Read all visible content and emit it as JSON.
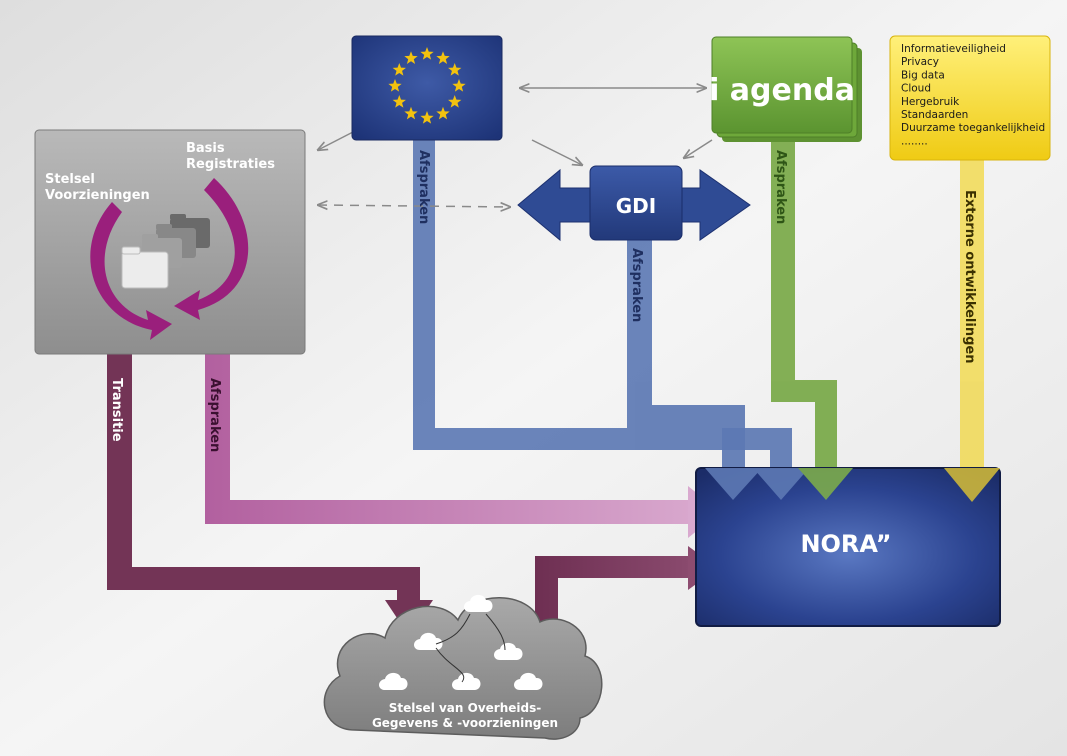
{
  "nodes": {
    "stelsel_box": {
      "label_voorzieningen": [
        "Stelsel",
        "Voorzieningen"
      ],
      "label_registraties": [
        "Basis",
        "Registraties"
      ]
    },
    "eu": {},
    "iagenda": {
      "label": "i agenda"
    },
    "topics": {
      "items": [
        "Informatieveiligheid",
        "Privacy",
        "Big data",
        "Cloud",
        "Hergebruik",
        "Standaarden",
        "Duurzame toegankelijkheid",
        "........"
      ]
    },
    "gdi": {
      "label": "GDI"
    },
    "nora": {
      "label": "NORA”"
    },
    "cloud": {
      "label": [
        "Stelsel van Overheids-",
        "Gegevens & -voorzieningen"
      ]
    }
  },
  "flows": {
    "eu_afspraken": "Afspraken",
    "gdi_afspraken": "Afspraken",
    "iagenda_afspraken": "Afspraken",
    "extern": "Externe ontwikkelingen",
    "stelsel_afspraken": "Afspraken",
    "transitie": "Transitie"
  },
  "colors": {
    "blue_dark": "#233a7a",
    "blue_flow": "#5d79b4",
    "green": "#6ea83a",
    "green_flow": "#7cab4c",
    "yellow": "#f3d627",
    "yellow_flow": "#f1dc63",
    "pink_flow": "#b864a4",
    "magenta": "#9a1f7c",
    "maroon_flow": "#7d3a5e",
    "grey_box": "#a3a3a3",
    "star": "#f2c20f"
  }
}
